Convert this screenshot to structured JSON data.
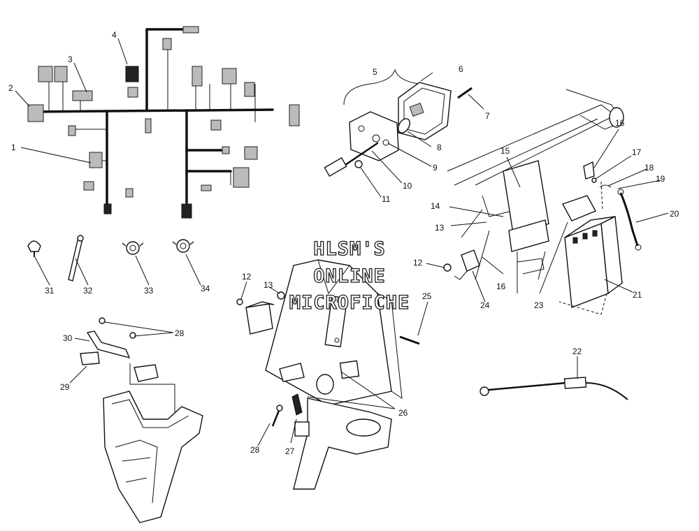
{
  "watermark": {
    "line1": "HLSM'S",
    "line2": "ONLINE",
    "line3": "MICROFICHE"
  },
  "callouts": [
    {
      "id": "c1",
      "label": "1"
    },
    {
      "id": "c2",
      "label": "2"
    },
    {
      "id": "c3",
      "label": "3"
    },
    {
      "id": "c4",
      "label": "4"
    },
    {
      "id": "c5",
      "label": "5"
    },
    {
      "id": "c6",
      "label": "6"
    },
    {
      "id": "c7",
      "label": "7"
    },
    {
      "id": "c8",
      "label": "8"
    },
    {
      "id": "c9",
      "label": "9"
    },
    {
      "id": "c10",
      "label": "10"
    },
    {
      "id": "c11",
      "label": "11"
    },
    {
      "id": "c12a",
      "label": "12"
    },
    {
      "id": "c12b",
      "label": "12"
    },
    {
      "id": "c13a",
      "label": "13"
    },
    {
      "id": "c13b",
      "label": "13"
    },
    {
      "id": "c14",
      "label": "14"
    },
    {
      "id": "c15",
      "label": "15"
    },
    {
      "id": "c16a",
      "label": "16"
    },
    {
      "id": "c16b",
      "label": "16"
    },
    {
      "id": "c17",
      "label": "17"
    },
    {
      "id": "c18",
      "label": "18"
    },
    {
      "id": "c19",
      "label": "19"
    },
    {
      "id": "c20",
      "label": "20"
    },
    {
      "id": "c21",
      "label": "21"
    },
    {
      "id": "c22",
      "label": "22"
    },
    {
      "id": "c23",
      "label": "23"
    },
    {
      "id": "c24",
      "label": "24"
    },
    {
      "id": "c25",
      "label": "25"
    },
    {
      "id": "c26",
      "label": "26"
    },
    {
      "id": "c27",
      "label": "27"
    },
    {
      "id": "c28a",
      "label": "28"
    },
    {
      "id": "c28b",
      "label": "28"
    },
    {
      "id": "c29",
      "label": "29"
    },
    {
      "id": "c30",
      "label": "30"
    },
    {
      "id": "c31",
      "label": "31"
    },
    {
      "id": "c32",
      "label": "32"
    },
    {
      "id": "c33",
      "label": "33"
    },
    {
      "id": "c34",
      "label": "34"
    }
  ]
}
